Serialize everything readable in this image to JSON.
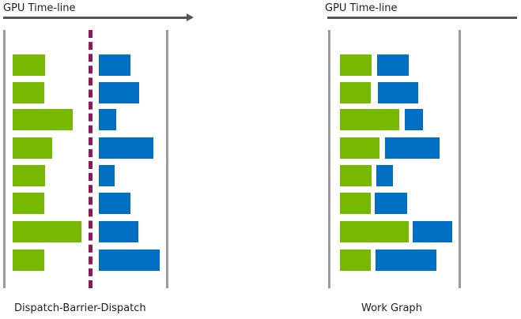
{
  "panels": [
    {
      "title": "GPU Time-line",
      "caption": "Dispatch-Barrier-Dispatch",
      "has_barrier": true
    },
    {
      "title": "GPU Time-line",
      "caption": "Work Graph",
      "has_barrier": false
    }
  ],
  "colors": {
    "stage1": "#76b900",
    "stage2": "#0070c5",
    "barrier": "#8a1b5a",
    "bounds": "#9a9a9a",
    "axis": "#555555"
  },
  "chart_data": [
    {
      "type": "bar",
      "title": "Dispatch-Barrier-Dispatch",
      "xlabel": "GPU Time-line",
      "rows": 8,
      "series": [
        {
          "name": "green",
          "start": [
            16,
            16,
            16,
            16,
            16,
            16,
            16,
            16
          ],
          "end": [
            57,
            56,
            92,
            66,
            57,
            56,
            103,
            56
          ]
        },
        {
          "name": "blue",
          "start": [
            125,
            125,
            125,
            125,
            125,
            125,
            125,
            125
          ],
          "end": [
            165,
            176,
            147,
            194,
            145,
            165,
            175,
            202
          ]
        }
      ],
      "barrier_x": 114
    },
    {
      "type": "bar",
      "title": "Work Graph",
      "xlabel": "GPU Time-line",
      "rows": 8,
      "series": [
        {
          "name": "green",
          "start": [
            430,
            430,
            430,
            430,
            430,
            430,
            430,
            430
          ],
          "end": [
            470,
            469,
            505,
            480,
            470,
            469,
            517,
            469
          ]
        },
        {
          "name": "blue",
          "start": [
            477,
            478,
            512,
            487,
            476,
            474,
            522,
            475
          ],
          "end": [
            517,
            529,
            535,
            556,
            497,
            515,
            572,
            552
          ]
        }
      ]
    }
  ]
}
